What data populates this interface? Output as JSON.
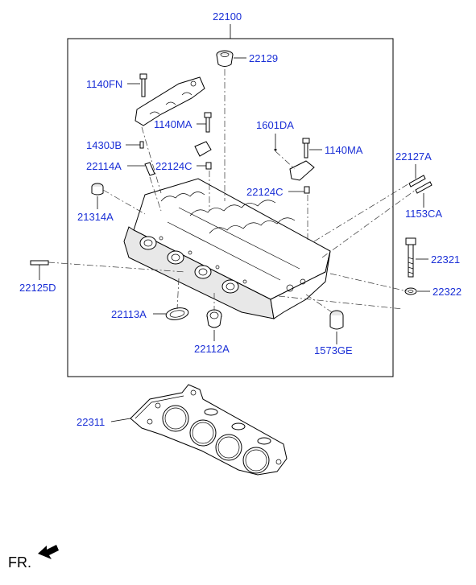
{
  "parts": {
    "p22100": "22100",
    "p22129": "22129",
    "p1140FN": "1140FN",
    "p1140MA_a": "1140MA",
    "p1601DA": "1601DA",
    "p1140MA_b": "1140MA",
    "p1430JB": "1430JB",
    "p22114A": "22114A",
    "p22124C_a": "22124C",
    "p22124C_b": "22124C",
    "p22127A": "22127A",
    "p21314A": "21314A",
    "p1153CA": "1153CA",
    "p22321": "22321",
    "p22125D": "22125D",
    "p22322": "22322",
    "p22113A": "22113A",
    "p22112A": "22112A",
    "p1573GE": "1573GE",
    "p22311": "22311"
  },
  "footer": {
    "front_label": "FR."
  },
  "colors": {
    "part_number": "#1a2fd6",
    "line": "#000000"
  }
}
